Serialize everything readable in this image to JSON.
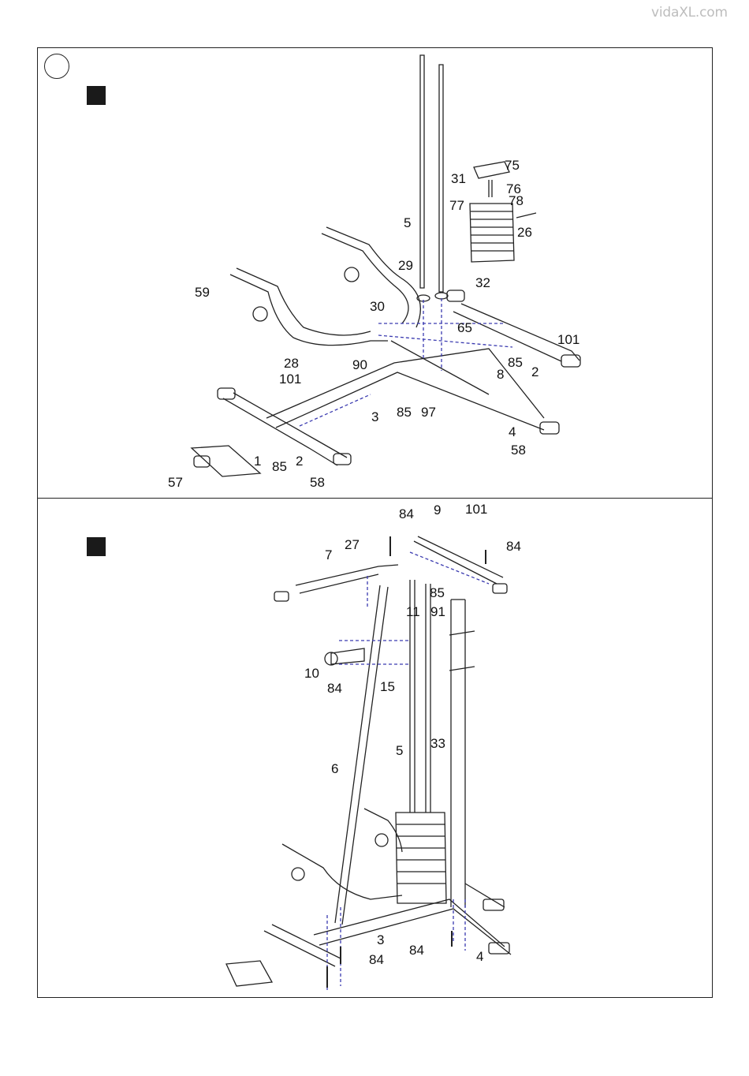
{
  "brand": {
    "logo_text": "vidaXL.com"
  },
  "steps": [
    {
      "id": 1,
      "part_labels": [
        "75",
        "31",
        "76",
        "77",
        "78",
        "26",
        "5",
        "32",
        "29",
        "59",
        "30",
        "65",
        "101",
        "28",
        "90",
        "8",
        "85",
        "2",
        "101",
        "3",
        "85",
        "97",
        "4",
        "58",
        "1",
        "2",
        "85",
        "57",
        "58"
      ]
    },
    {
      "id": 2,
      "part_labels": [
        "84",
        "9",
        "101",
        "27",
        "84",
        "7",
        "85",
        "11",
        "91",
        "10",
        "84",
        "15",
        "5",
        "33",
        "6",
        "3",
        "84",
        "84",
        "4"
      ]
    }
  ],
  "colors": {
    "line": "#222222",
    "dashed_guide": "#3b3bb0",
    "step_square": "#1a1a1a"
  },
  "icons": {
    "step_marker": "circle-icon",
    "step_badge": "filled-square-icon"
  }
}
